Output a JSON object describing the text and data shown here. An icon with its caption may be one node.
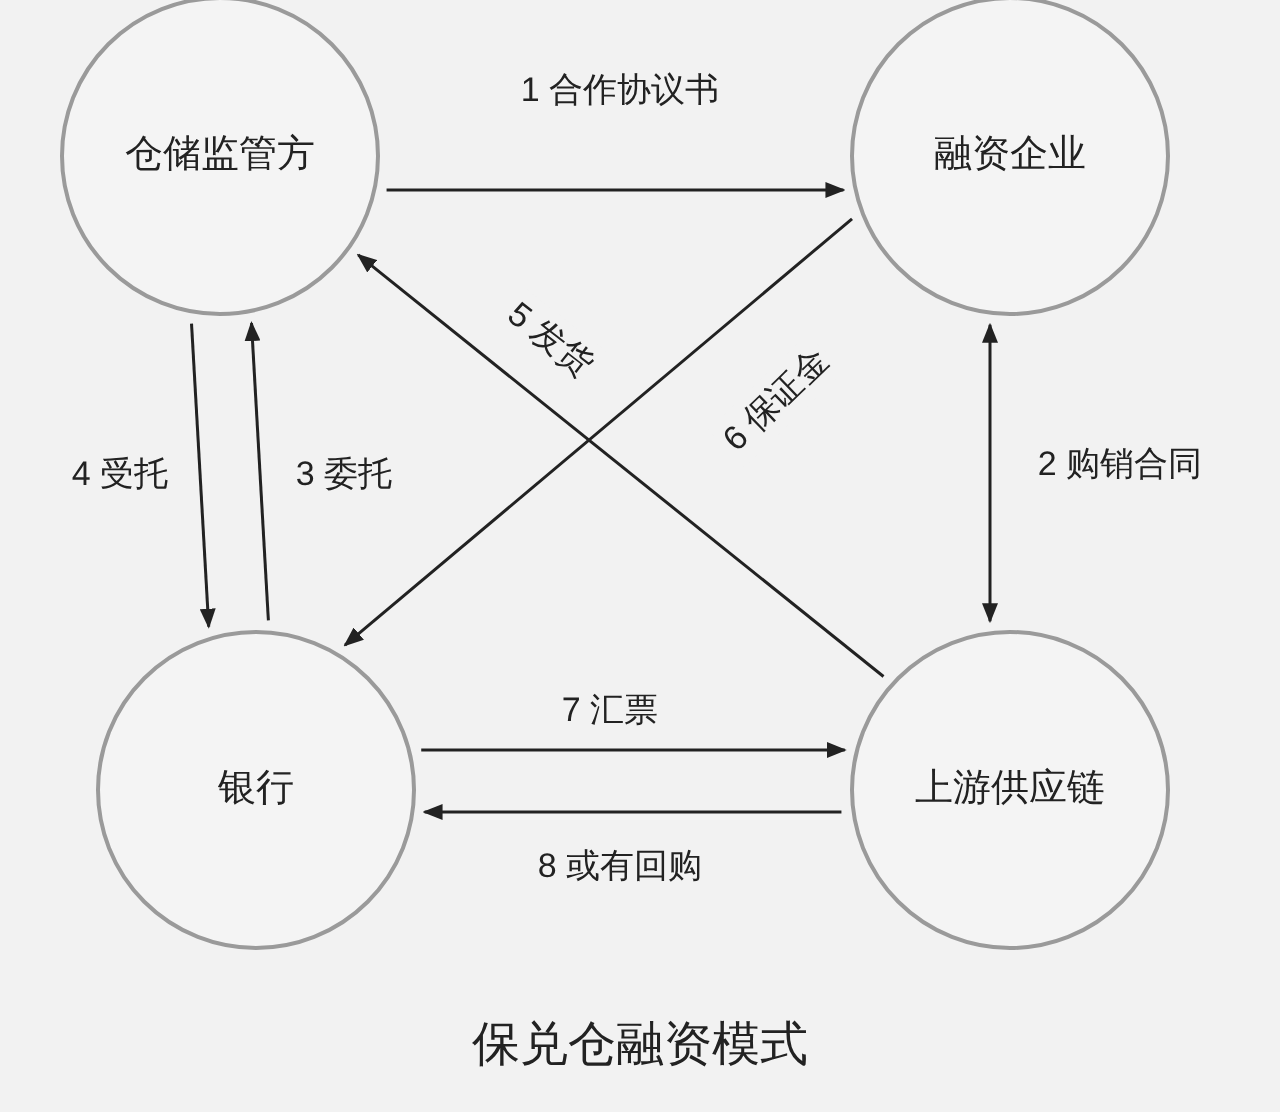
{
  "diagram": {
    "caption": "保兑仓融资模式",
    "nodes": [
      {
        "text": [
          "仓储监管方"
        ]
      },
      {
        "text": [
          "融资企业"
        ]
      },
      {
        "text": [
          "银行"
        ]
      },
      {
        "text": [
          "上游供应链"
        ]
      }
    ],
    "edges": [
      {
        "from": 0,
        "to": 1,
        "arrow": "to",
        "label": "1 合作协议书"
      },
      {
        "from": 0,
        "to": 2,
        "arrow": "to",
        "label": "4 受托"
      },
      {
        "from": 2,
        "to": 0,
        "arrow": "to",
        "label": "3 委托"
      },
      {
        "from": 1,
        "to": 3,
        "arrow": "both",
        "label": "2 购销合同"
      },
      {
        "from": 3,
        "to": 0,
        "arrow": "to",
        "label": "5 发货"
      },
      {
        "from": 1,
        "to": 2,
        "arrow": "to",
        "label": "6 保证金"
      },
      {
        "from": 2,
        "to": 3,
        "arrow": "to",
        "label": "7 汇票"
      },
      {
        "from": 3,
        "to": 2,
        "arrow": "to",
        "label": "8 或有回购"
      }
    ]
  }
}
